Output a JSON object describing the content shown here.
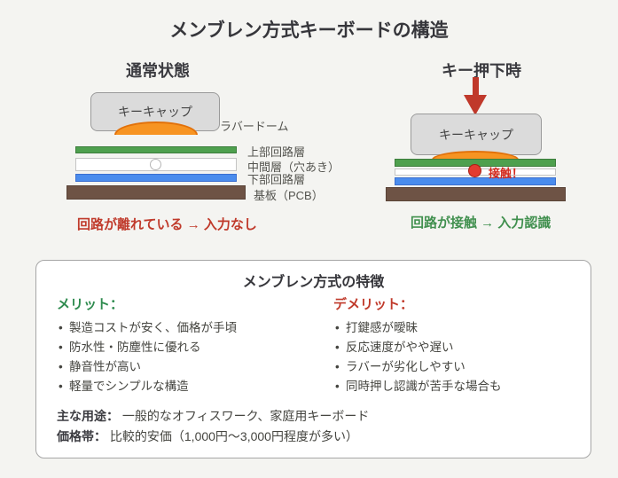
{
  "page": {
    "title": "メンブレン方式キーボードの構造"
  },
  "left_diagram": {
    "title": "通常状態",
    "keycap_label": "キーキャップ",
    "labels": {
      "rubber_dome": "ラバードーム",
      "upper_circuit": "上部回路層",
      "middle_layer": "中間層（穴あき）",
      "lower_circuit": "下部回路層",
      "pcb": "基板（PCB）"
    },
    "caption": "回路が離れている → 入力なし"
  },
  "right_diagram": {
    "title": "キー押下時",
    "keycap_label": "キーキャップ",
    "contact_label": "接触！",
    "caption": "回路が接触 → 入力認識"
  },
  "features_box": {
    "title": "メンブレン方式の特徴",
    "merits": {
      "heading": "メリット：",
      "items": [
        "製造コストが安く、価格が手頃",
        "防水性・防塵性に優れる",
        "静音性が高い",
        "軽量でシンプルな構造"
      ]
    },
    "demerits": {
      "heading": "デメリット：",
      "items": [
        "打鍵感が曖昧",
        "反応速度がやや遅い",
        "ラバーが劣化しやすい",
        "同時押し認識が苦手な場合も"
      ]
    },
    "usage": {
      "label": "主な用途：",
      "value": "一般的なオフィスワーク、家庭用キーボード"
    },
    "price": {
      "label": "価格帯：",
      "value": "比較的安価（1,000円～3,000円程度が多い）"
    }
  },
  "colors": {
    "background": "#f4f4f1",
    "keycap_fill": "#dbdbdb",
    "rubber_dome_orange": "#f79422",
    "upper_circuit_green": "#4ea04e",
    "lower_circuit_blue": "#4a8ced",
    "pcb_brown": "#6e5345",
    "no_input_red": "#c03a2b",
    "input_green": "#41904f",
    "contact_dot_red": "#e23b30"
  }
}
